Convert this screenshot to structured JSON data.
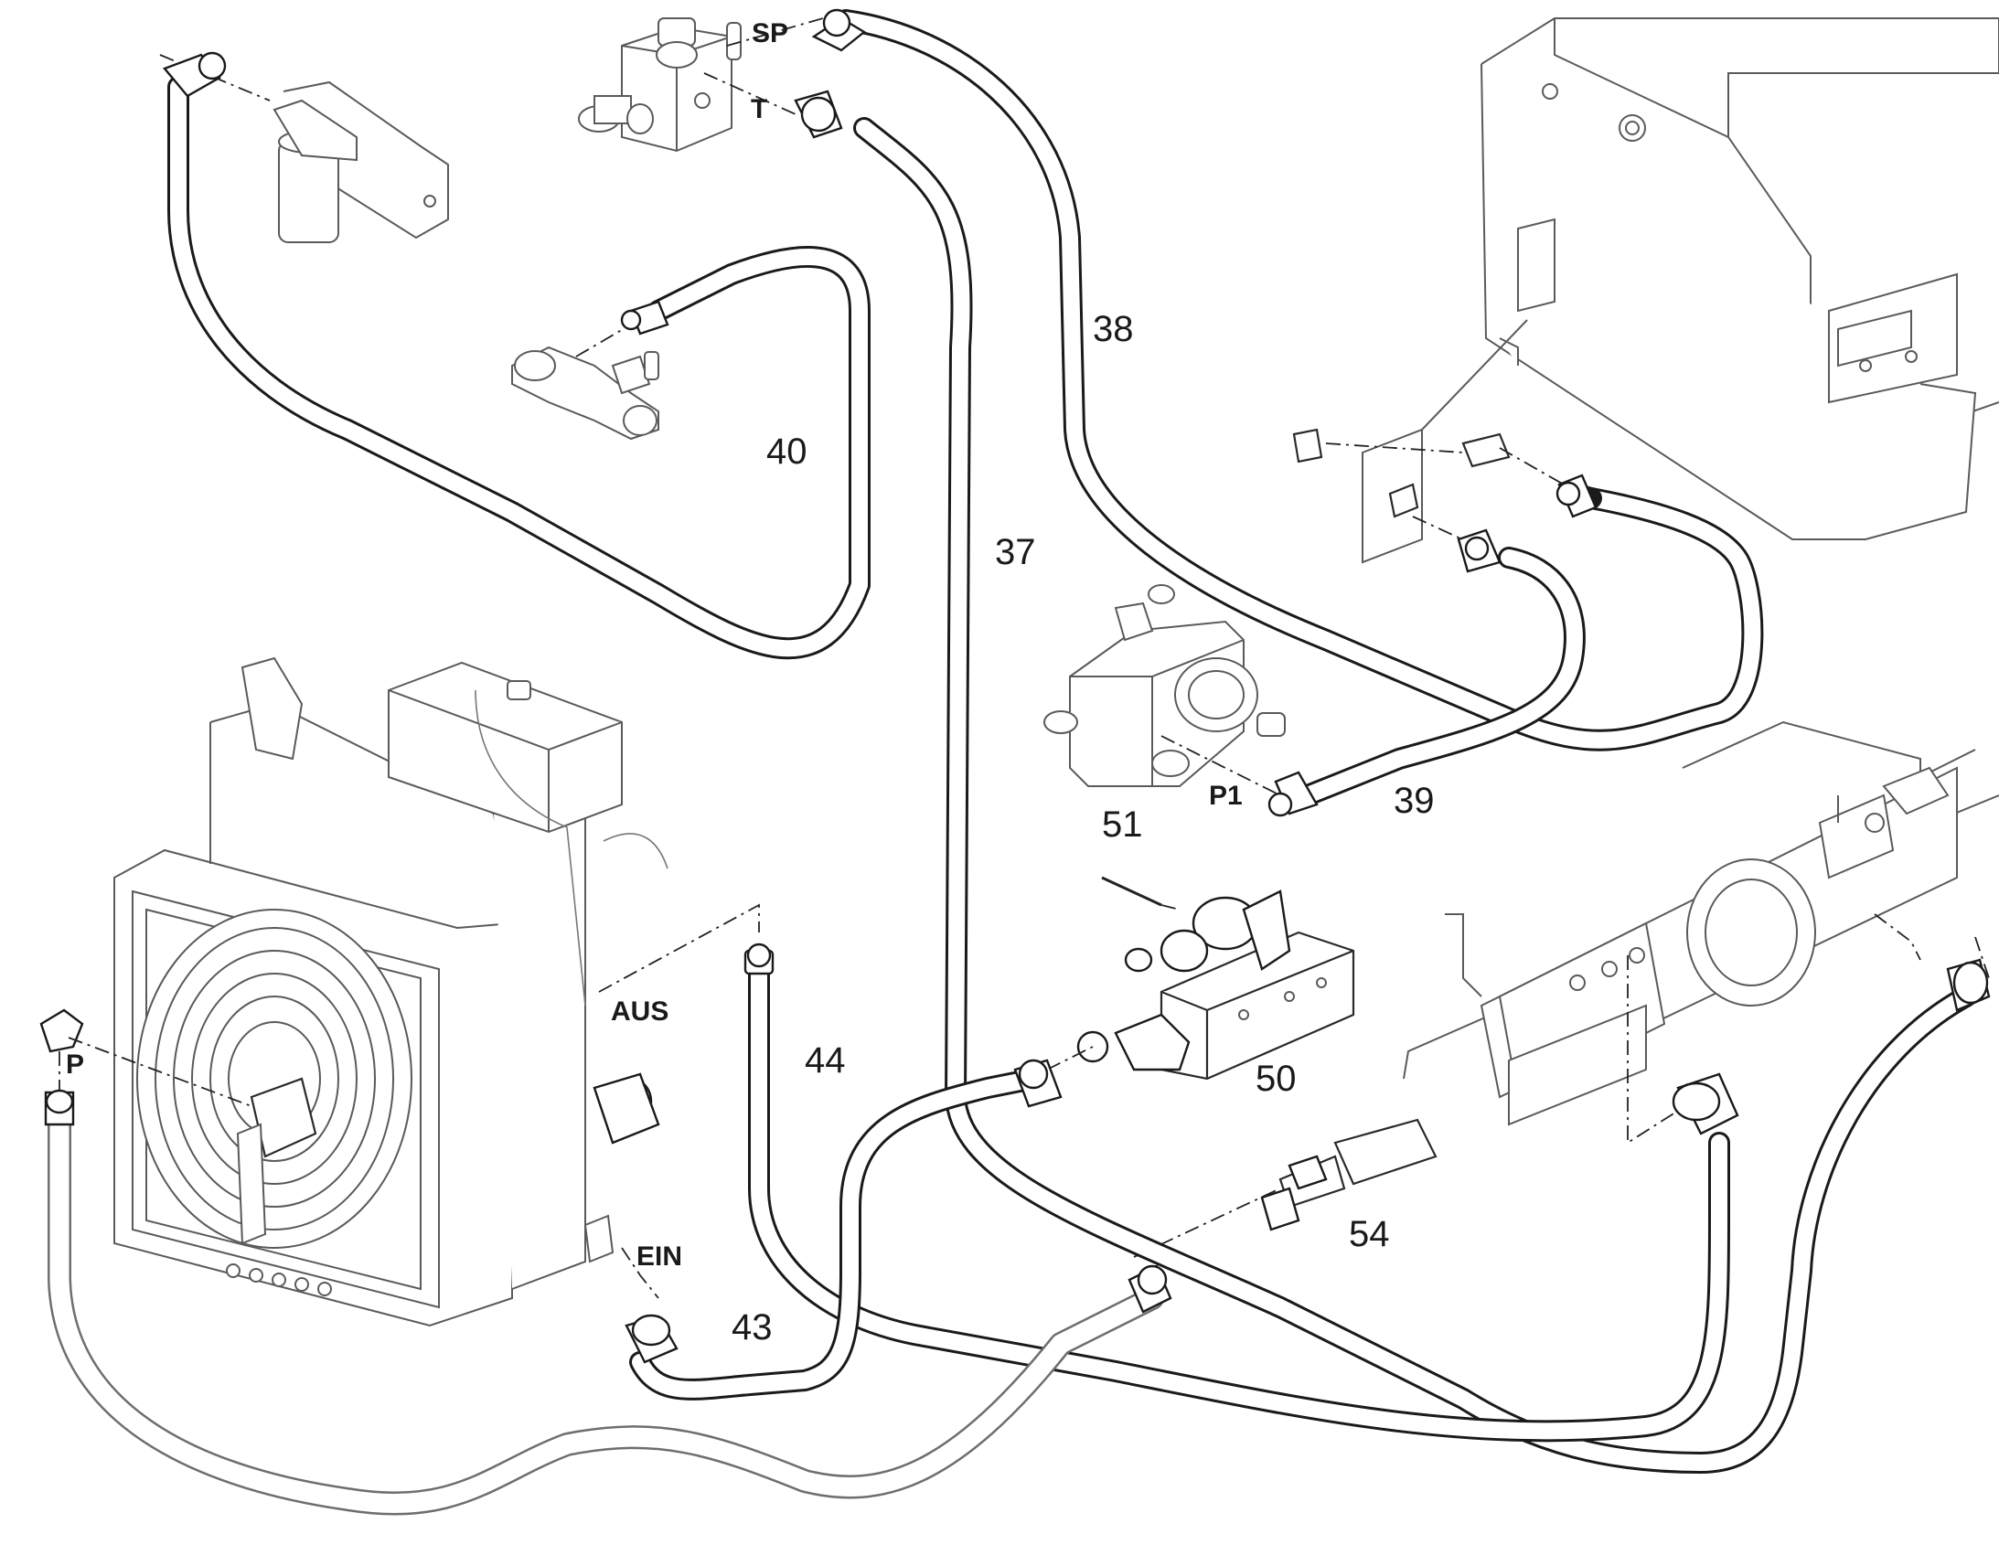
{
  "callouts": {
    "c37": "37",
    "c38": "38",
    "c39": "39",
    "c40": "40",
    "c43": "43",
    "c44": "44",
    "c50": "50",
    "c51": "51",
    "c54": "54"
  },
  "ports": {
    "sp": "SP",
    "t": "T",
    "p": "P",
    "p1": "P1",
    "aus": "AUS",
    "ein": "EIN"
  },
  "colors": {
    "line": "#1a1a1a",
    "part_outline": "#5a5a5a",
    "background": "#ffffff"
  }
}
